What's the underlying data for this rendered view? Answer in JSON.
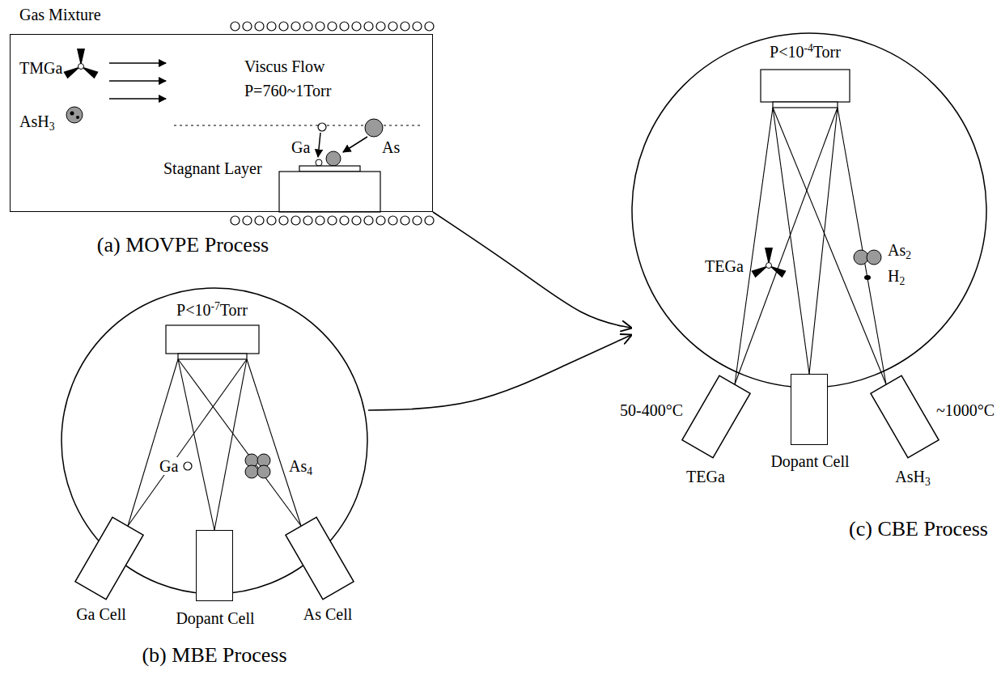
{
  "diagram": {
    "nodes": [
      {
        "text": [
          "Gas Mixture",
          "TMGa",
          "AsH3",
          "Viscus Flow",
          "P=760~1Torr",
          "Ga",
          "As",
          "Stagnant Layer",
          "(a) MOVPE Process"
        ]
      },
      {
        "text": [
          "P<10-7Torr",
          "Ga",
          "As4",
          "(b) MBE Process"
        ]
      },
      {
        "text": [
          "Ga Cell"
        ]
      },
      {
        "text": [
          "Dopant Cell"
        ]
      },
      {
        "text": [
          "As Cell"
        ]
      },
      {
        "text": [
          "P<10-4Torr",
          "TEGa",
          "As2",
          "H2",
          "(c) CBE Process"
        ]
      },
      {
        "text": [
          "50-400°C",
          "TEGa"
        ]
      },
      {
        "text": [
          "Dopant Cell"
        ]
      },
      {
        "text": [
          "~1000°C",
          "AsH3"
        ]
      }
    ],
    "edges": [
      {
        "from": 0,
        "to": 5,
        "arrow": "to"
      },
      {
        "from": 1,
        "to": 5,
        "arrow": "to"
      }
    ]
  }
}
